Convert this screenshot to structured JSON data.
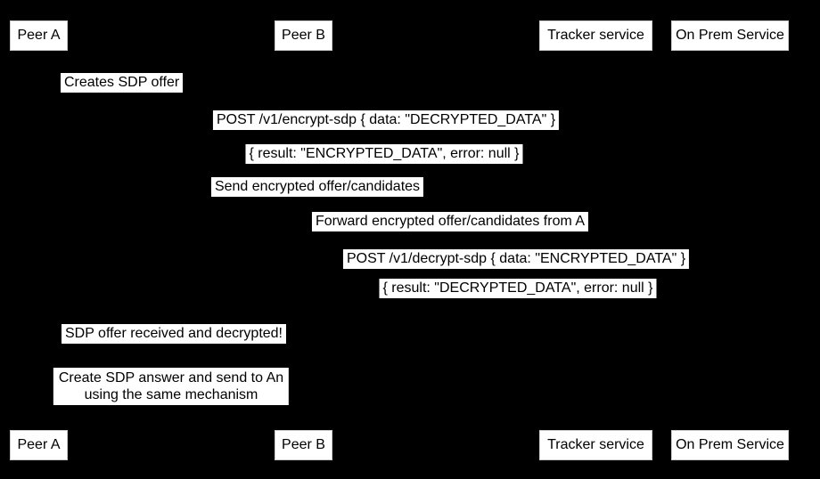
{
  "diagram": {
    "type": "sequence",
    "background_color": "#000000",
    "actor_fill": "#ffffff",
    "actor_text_color": "#000000",
    "label_fill": "#ffffff",
    "label_text_color": "#000000"
  },
  "actors": [
    {
      "id": "peer-a",
      "label": "Peer A"
    },
    {
      "id": "peer-b",
      "label": "Peer B"
    },
    {
      "id": "tracker-service",
      "label": "Tracker service"
    },
    {
      "id": "on-prem-service",
      "label": "On Prem Service"
    }
  ],
  "messages": [
    {
      "from": "peer-a",
      "to": "peer-a",
      "text": "Creates SDP offer"
    },
    {
      "from": "peer-a",
      "to": "on-prem-service",
      "text": "POST /v1/encrypt-sdp { data: \"DECRYPTED_DATA\" }"
    },
    {
      "from": "on-prem-service",
      "to": "peer-a",
      "text": "{ result: \"ENCRYPTED_DATA\", error: null }"
    },
    {
      "from": "peer-a",
      "to": "tracker-service",
      "text": "Send encrypted offer/candidates"
    },
    {
      "from": "tracker-service",
      "to": "peer-b",
      "text": "Forward encrypted offer/candidates from A"
    },
    {
      "from": "peer-b",
      "to": "on-prem-service",
      "text": "POST /v1/decrypt-sdp { data: \"ENCRYPTED_DATA\" }"
    },
    {
      "from": "on-prem-service",
      "to": "peer-b",
      "text": "{ result: \"DECRYPTED_DATA\", error: null }"
    },
    {
      "from": "peer-b",
      "to": "peer-a",
      "text": "SDP offer received and decrypted!"
    },
    {
      "from": "peer-a",
      "to": "peer-b",
      "lines": [
        "Create SDP answer and send to An",
        "using the same mechanism"
      ]
    }
  ]
}
